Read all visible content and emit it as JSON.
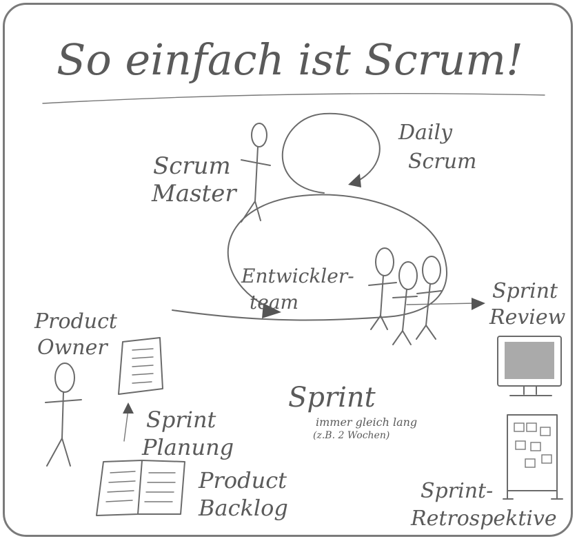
{
  "title": "So einfach ist Scrum!",
  "labels": {
    "scrum_master_1": "Scrum",
    "scrum_master_2": "Master",
    "daily_1": "Daily",
    "daily_2": "Scrum",
    "team_1": "Entwickler-",
    "team_2": "team",
    "review_1": "Sprint",
    "review_2": "Review",
    "po_1": "Product",
    "po_2": "Owner",
    "sprint": "Sprint",
    "sprint_note_1": "immer gleich lang",
    "sprint_note_2": "(z.B. 2 Wochen)",
    "planning_1": "Sprint",
    "planning_2": "Planung",
    "backlog_1": "Product",
    "backlog_2": "Backlog",
    "retro_1": "Sprint-",
    "retro_2": "Retrospektive"
  },
  "icons": {
    "stick_figure": "stick-figure-icon",
    "document": "document-icon",
    "monitor": "monitor-icon",
    "board": "board-icon",
    "book": "open-book-icon"
  }
}
